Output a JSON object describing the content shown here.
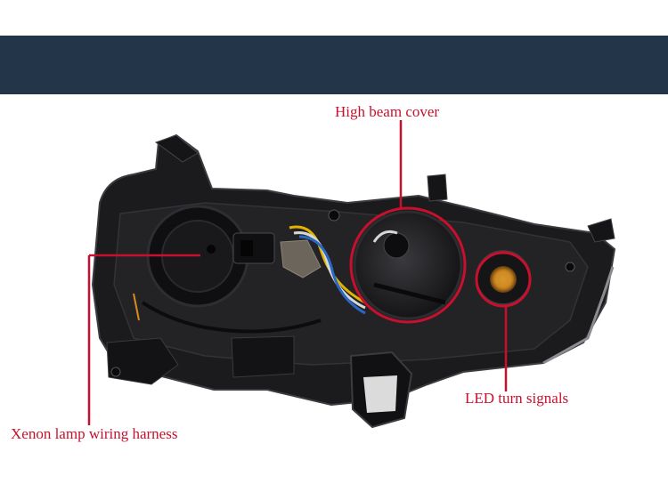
{
  "labels": {
    "high_beam_cover": "High beam cover",
    "led_turn_signals": "LED turn signals",
    "xenon_harness": "Xenon lamp wiring harness"
  },
  "colors": {
    "band": "#233649",
    "callout": "#c8102e",
    "housing": "#1b1b1d"
  }
}
